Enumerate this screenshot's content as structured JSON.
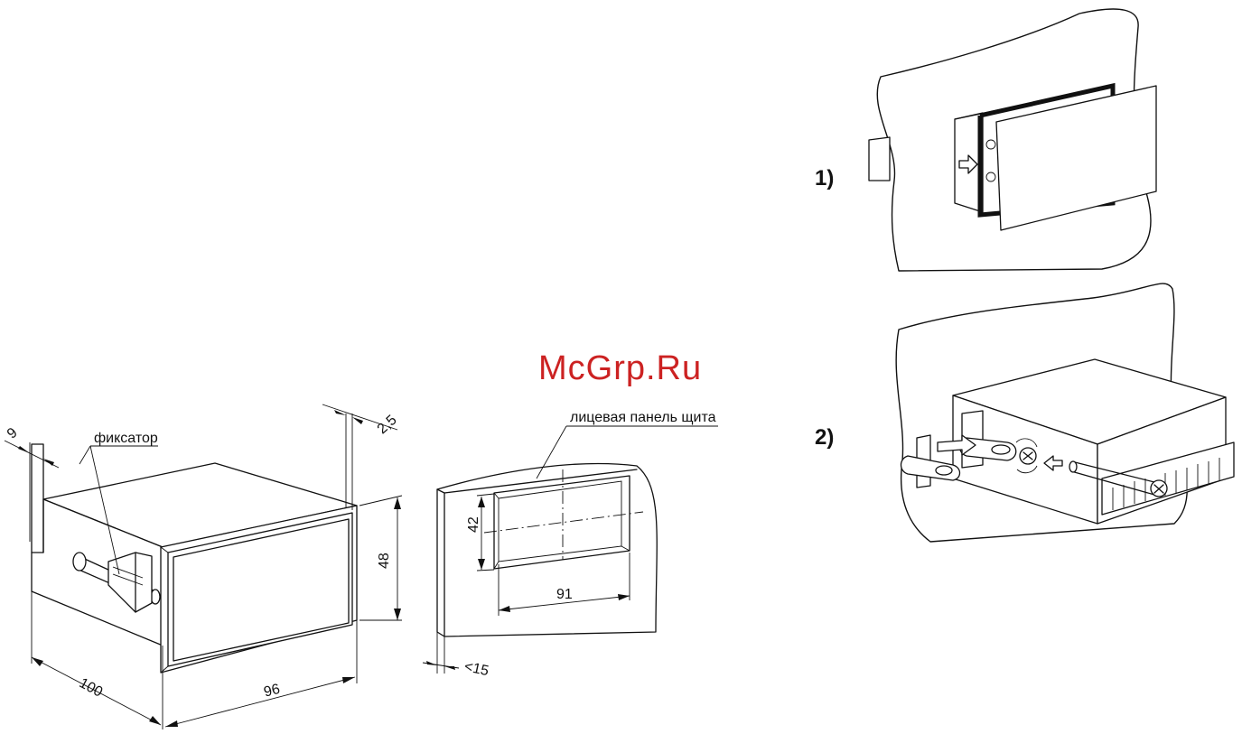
{
  "watermark": "McGrp.Ru",
  "left_drawing": {
    "dim_depth": "100",
    "dim_width": "96",
    "dim_height": "48",
    "dim_frame": "2,5",
    "dim_clip": "9",
    "label_clip": "фиксатор"
  },
  "cutout_drawing": {
    "label_panel": "лицевая панель щита",
    "dim_cut_height": "42",
    "dim_cut_width": "91",
    "dim_thickness": "<15"
  },
  "steps": {
    "step1": "1)",
    "step2": "2)"
  }
}
